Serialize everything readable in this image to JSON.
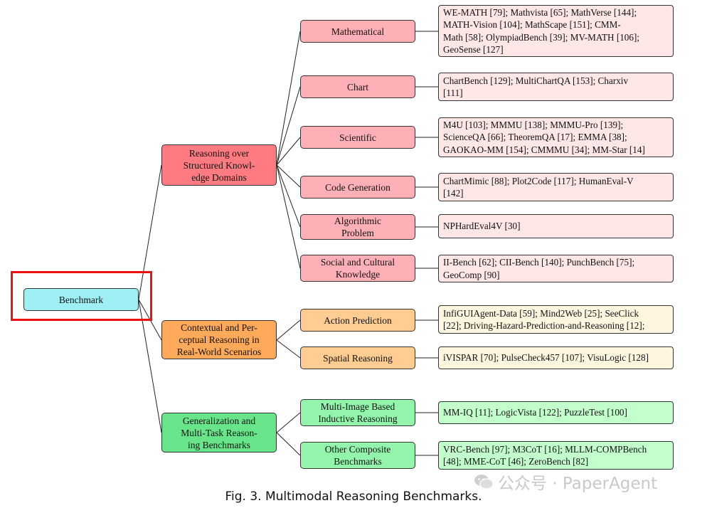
{
  "root": {
    "label": "Benchmark"
  },
  "categories": [
    {
      "label": "Reasoning over Structured Knowl- edge Domains",
      "lines": [
        "Reasoning over",
        "Structured Knowl-",
        "edge Domains"
      ],
      "subs": [
        {
          "lines": [
            "Mathematical"
          ],
          "refs": [
            "WE-MATH [79]; Mathvista [65]; MathVerse [144];",
            "MATH-Vision [104]; MathScape [151]; CMM-",
            "Math [58]; OlympiadBench [39]; MV-MATH [106];",
            "GeoSense [127]"
          ]
        },
        {
          "lines": [
            "Chart"
          ],
          "refs": [
            "ChartBench [129]; MultiChartQA [153]; Charxiv",
            "[111]"
          ]
        },
        {
          "lines": [
            "Scientific"
          ],
          "refs": [
            "M4U [103]; MMMU [138]; MMMU-Pro [139];",
            "ScienceQA [66]; TheoremQA [17]; EMMA [38];",
            "GAOKAO-MM [154]; CMMMU [34]; MM-Star [14]"
          ]
        },
        {
          "lines": [
            "Code Generation"
          ],
          "refs": [
            "ChartMimic [88]; Plot2Code [117]; HumanEval-V",
            "[142]"
          ]
        },
        {
          "lines": [
            "Algorithmic",
            "Problem"
          ],
          "refs": [
            "NPHardEval4V [30]"
          ]
        },
        {
          "lines": [
            "Social and Cultural",
            "Knowledge"
          ],
          "refs": [
            "II-Bench [62]; CII-Bench [140]; PunchBench [75];",
            "GeoComp [90]"
          ]
        }
      ]
    },
    {
      "label": "Contextual and Perceptual Reasoning in Real-World Scenarios",
      "lines": [
        "Contextual and Per-",
        "ceptual Reasoning in",
        "Real-World Scenarios"
      ],
      "subs": [
        {
          "lines": [
            "Action Prediction"
          ],
          "refs": [
            "InfiGUIAgent-Data [59]; Mind2Web [25]; SeeClick",
            "[22]; Driving-Hazard-Prediction-and-Reasoning [12];"
          ]
        },
        {
          "lines": [
            "Spatial Reasoning"
          ],
          "refs": [
            "iVISPAR [70]; PulseCheck457 [107]; VisuLogic [128]"
          ]
        }
      ]
    },
    {
      "label": "Generalization and Multi-Task Reasoning Benchmarks",
      "lines": [
        "Generalization and",
        "Multi-Task Reason-",
        "ing Benchmarks"
      ],
      "subs": [
        {
          "lines": [
            "Multi-Image Based",
            "Inductive Reasoning"
          ],
          "refs": [
            "MM-IQ [11]; LogicVista [122]; PuzzleTest [100]"
          ]
        },
        {
          "lines": [
            "Other Composite",
            "Benchmarks"
          ],
          "refs": [
            "VRC-Bench [97]; M3CoT [16]; MLLM-COMPBench",
            "[48]; MME-CoT [46]; ZeroBench [82]"
          ]
        }
      ]
    }
  ],
  "caption": "Fig. 3.  Multimodal Reasoning Benchmarks.",
  "watermark": {
    "text": "公众号 · PaperAgent",
    "icon": "wechat-icon"
  },
  "colors": {
    "root": "#9ef0f5",
    "highlight": "#ee1111",
    "category_1": "#ff7b82",
    "category_2": "#ffa95a",
    "category_3": "#68e58a",
    "sub_1": "#ffb0b6",
    "sub_2": "#ffcc91",
    "sub_3": "#93f5ab",
    "leaf_1": "#ffe7e7",
    "leaf_2": "#fff6e0",
    "leaf_3": "#c2ffcc"
  }
}
